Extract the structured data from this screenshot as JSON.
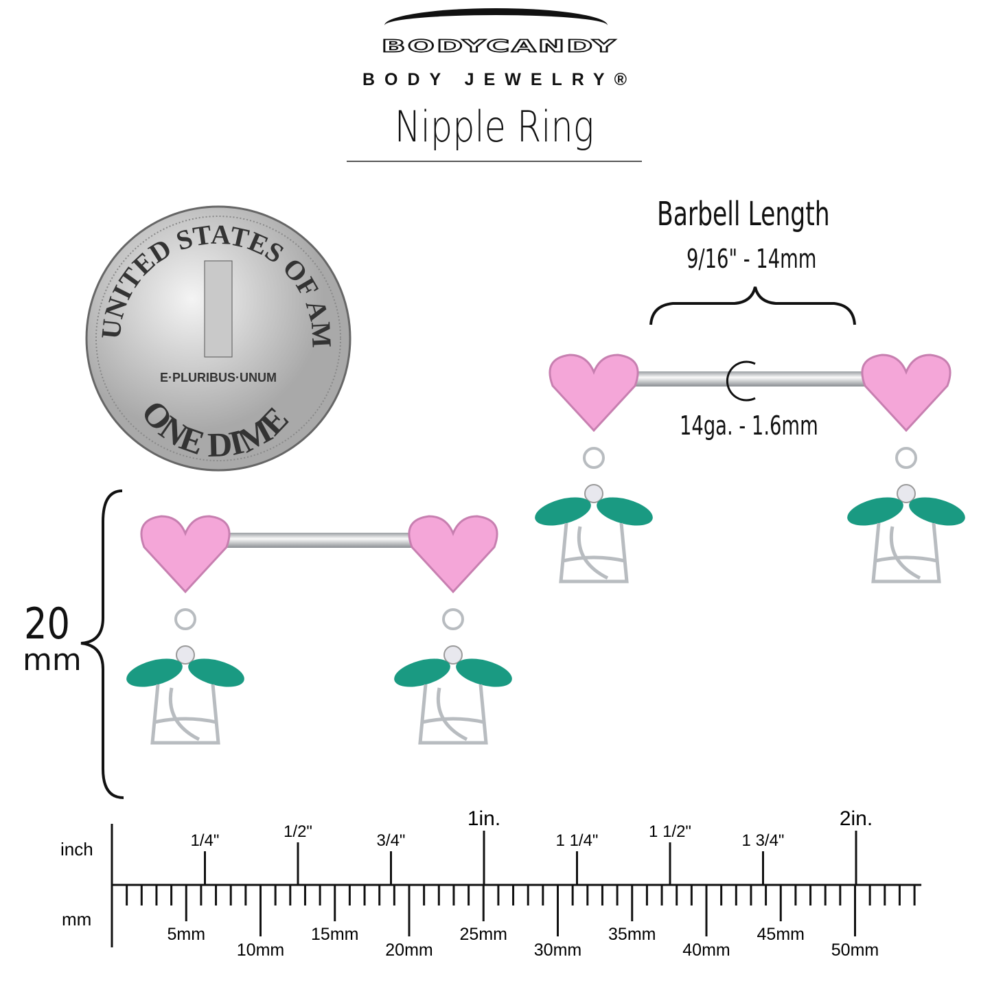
{
  "brand": {
    "name": "BODYCANDY",
    "tagline": "BODY JEWELRY®"
  },
  "product": {
    "title": "Nipple Ring"
  },
  "barbell": {
    "label": "Barbell Length",
    "value": "9/16\" - 14mm",
    "gauge": "14ga. - 1.6mm"
  },
  "height_dim": {
    "value": "20",
    "unit": "mm"
  },
  "coin": {
    "top_text": "UNITED STATES OF AMERICA",
    "motto": "E·PLURIBUS·UNUM",
    "bottom_text": "ONE DIME"
  },
  "ruler": {
    "inch_label": "inch",
    "mm_label": "mm",
    "max_mm": 54,
    "inch_marks": [
      {
        "at": 0.25,
        "label": "1/4\""
      },
      {
        "at": 0.5,
        "label": "1/2\""
      },
      {
        "at": 0.75,
        "label": "3/4\""
      },
      {
        "at": 1,
        "label": "1in."
      },
      {
        "at": 1.25,
        "label": "1 1/4\""
      },
      {
        "at": 1.5,
        "label": "1 1/2\""
      },
      {
        "at": 1.75,
        "label": "1 3/4\""
      },
      {
        "at": 2,
        "label": "2in."
      }
    ],
    "mm_labels": [
      "5mm",
      "10mm",
      "15mm",
      "20mm",
      "25mm",
      "30mm",
      "35mm",
      "40mm",
      "45mm",
      "50mm"
    ]
  },
  "colors": {
    "heart": "#f4a6d8",
    "leaf": "#1a9a82",
    "metal": "#b8bcc0"
  }
}
